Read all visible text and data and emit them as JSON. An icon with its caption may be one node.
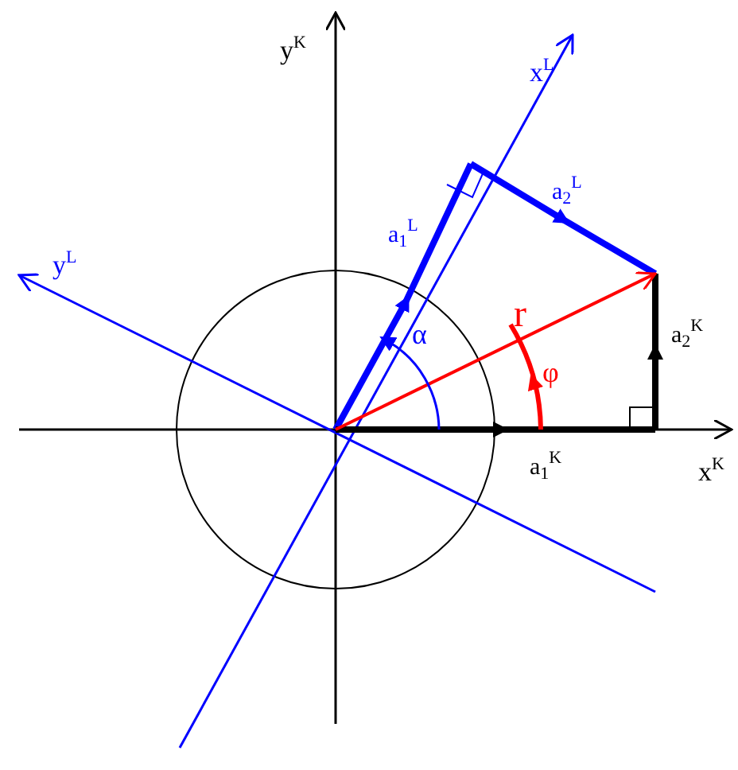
{
  "diagram": {
    "labels": [
      "y$^{K}$",
      "x$^{L}$",
      "y$^{L}$",
      "a$_{1}$$^{L}$",
      "a$_{2}$$^{L}$",
      "r",
      "α",
      "φ",
      "a$_{2}$$^{K}$",
      "a$_{1}$$^{K}$",
      "x$^{K}$"
    ]
  }
}
